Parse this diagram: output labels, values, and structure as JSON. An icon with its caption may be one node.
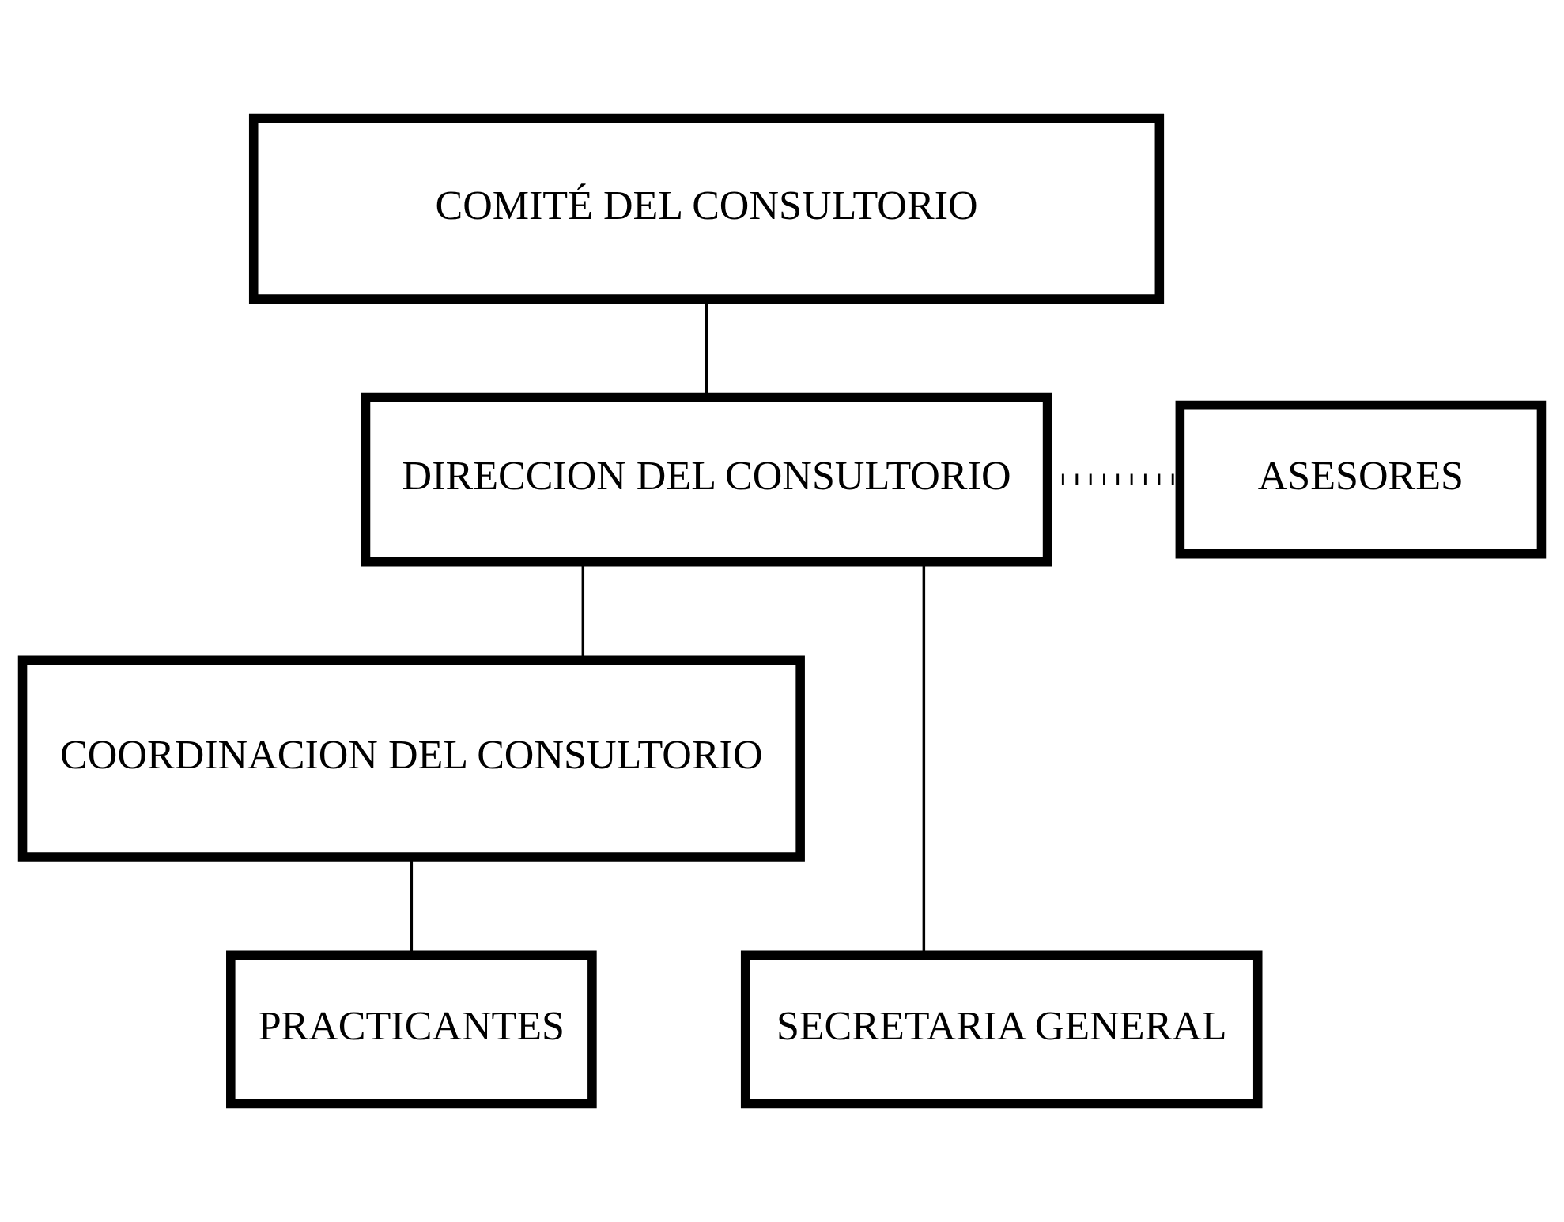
{
  "diagram": {
    "nodes": [
      {
        "text": [
          "COMITÉ DEL CONSULTORIO"
        ]
      },
      {
        "text": [
          "DIRECCION DEL CONSULTORIO"
        ]
      },
      {
        "text": [
          "ASESORES"
        ]
      },
      {
        "text": [
          "COORDINACION DEL CONSULTORIO"
        ]
      },
      {
        "text": [
          "SECRETARIA GENERAL"
        ]
      },
      {
        "text": [
          "PRACTICANTES"
        ]
      }
    ],
    "edges": [
      {
        "from": 0,
        "to": 1,
        "arrow": "none"
      },
      {
        "from": 1,
        "to": 2,
        "arrow": "none",
        "style": "dashed"
      },
      {
        "from": 1,
        "to": 3,
        "arrow": "none"
      },
      {
        "from": 1,
        "to": 4,
        "arrow": "none"
      },
      {
        "from": 3,
        "to": 5,
        "arrow": "none"
      }
    ]
  }
}
